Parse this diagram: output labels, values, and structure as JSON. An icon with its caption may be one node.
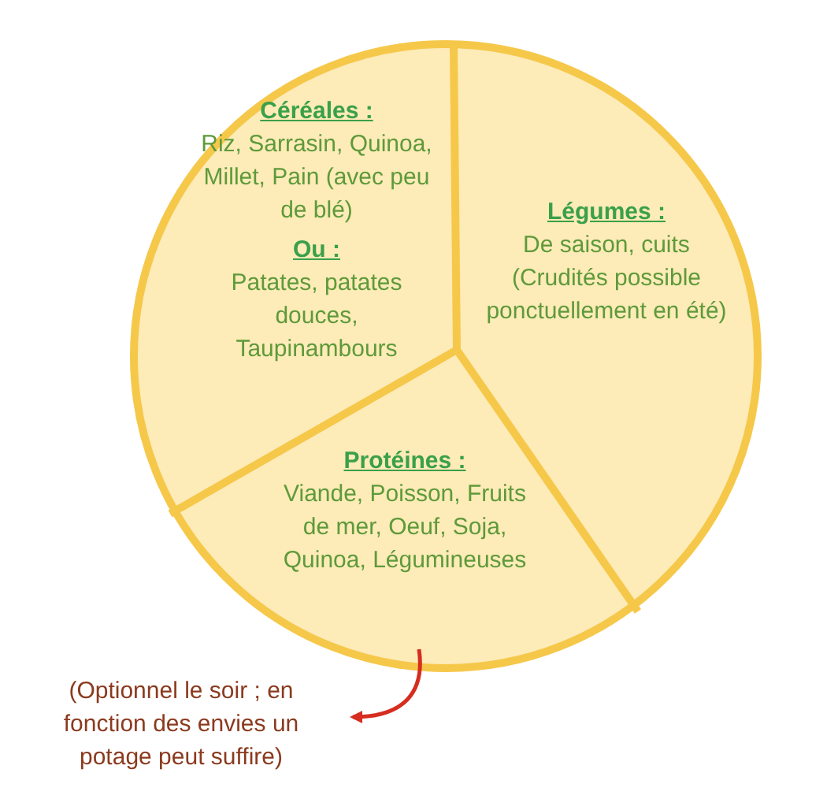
{
  "diagram": {
    "nodes": [
      {
        "text": [
          "Céréales :",
          "Riz, Sarrasin, Quinoa, Millet, Pain (avec peu de blé)",
          "Ou :",
          "Patates, patates douces, Taupinambours"
        ]
      },
      {
        "text": [
          "Légumes :",
          "De saison, cuits (Crudités possible ponctuellement en été)"
        ]
      },
      {
        "text": [
          "Protéines :",
          "Viande, Poisson, Fruits de mer, Oeuf, Soja, Quinoa, Légumineuses"
        ]
      },
      {
        "text": [
          "(Optionnel le soir ; en fonction des envies un potage peut suffire)"
        ]
      }
    ],
    "edges": [
      {
        "from": 2,
        "to": 3,
        "arrow": "to",
        "color": "#d62d20"
      }
    ]
  }
}
